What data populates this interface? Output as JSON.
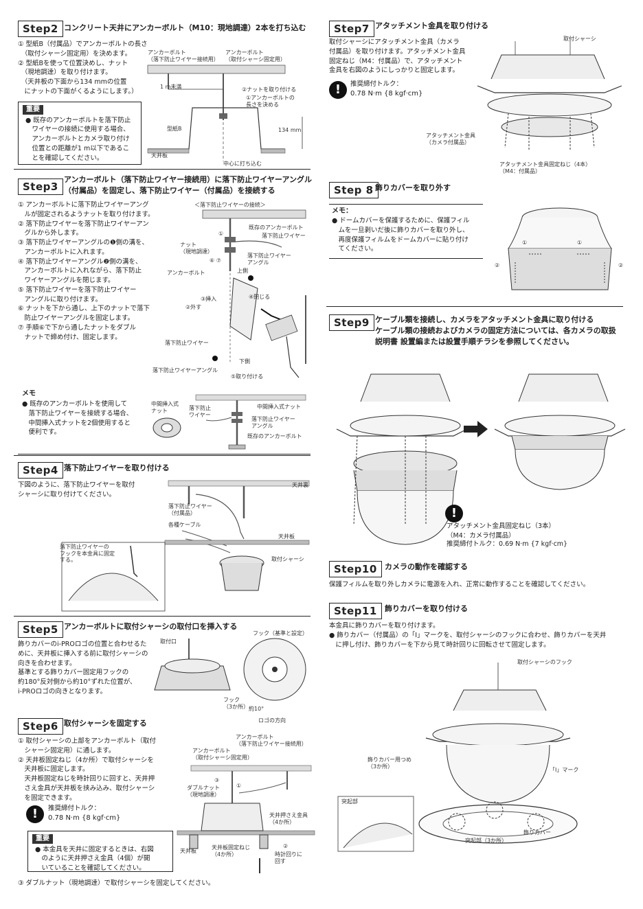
{
  "step2": {
    "label": "Step2",
    "title": "コンクリート天井にアンカーボルト（M10：現地調達）2本を打ち込む",
    "text": "① 型紙B（付属品）でアンカーボルトの長さ\n　（取付シャーシ固定用）を決めます。\n② 型紙Bを使って位置決めし、ナット\n　（現地調達）を取り付けます。\n　（天井板の下面から134 mmの位置\n　にナットの下面がくるようにします。）",
    "important_tag": "重要",
    "important_text": "● 既存のアンカーボルトを落下防止\n　ワイヤーの接続に使用する場合、\n　アンカーボルトとカメラ取り付け\n　位置との距離が1 m以下であるこ\n　とを確認してください。",
    "labels": {
      "anchor_wire": "アンカーボルト\n（落下防止ワイヤー接続用）",
      "anchor_chassis": "アンカーボルト\n（取付シャーシ固定用）",
      "one_m": "1 m未満",
      "nut": "②ナットを取り付ける",
      "length": "①アンカーボルトの\n長さを決める",
      "template": "型紙B",
      "mm134": "134 mm",
      "ceiling": "天井板",
      "center": "中心に打ち込む"
    }
  },
  "step3": {
    "label": "Step3",
    "title": "アンカーボルト（落下防止ワイヤー接続用）に落下防止ワイヤーアングル\n（付属品）を固定し、落下防止ワイヤー（付属品）を接続する",
    "text": "① アンカーボルトに落下防止ワイヤーアング\n　ルが固定されるようナットを取り付けます。\n② 落下防止ワイヤーを落下防止ワイヤーアン\n　グルから外します。\n③ 落下防止ワイヤーアングルの❶側の溝を、\n　アンカーボルトに入れます。\n④ 落下防止ワイヤーアングル❷側の溝を、\n　アンカーボルトに入れながら、落下防止\n　ワイヤーアングルを閉じます。\n⑤ 落下防止ワイヤーを落下防止ワイヤー\n　アングルに取り付けます。\n⑥ ナットを下から通し、上下のナットで落下\n　防止ワイヤーアングルを固定します。\n⑦ 手順⑥で下から通したナットをダブル\n　ナットで締め付け、固定します。",
    "labels": {
      "connect": "＜落下防止ワイヤーの接続＞",
      "existing": "既存のアンカーボルト",
      "wire": "落下防止ワイヤー",
      "nut": "ナット\n（現地調達）",
      "angle": "落下防止ワイヤー\nアングル",
      "anchor": "アンカーボルト",
      "upper": "上側",
      "insert": "③挿入",
      "remove": "②外す",
      "close": "④閉じる",
      "wire2": "落下防止ワイヤー",
      "lower": "下側",
      "angle2": "落下防止ワイヤーアングル",
      "attach": "⑤取り付ける",
      "c1": "①",
      "c67": "⑥ ⑦"
    },
    "memo_tag": "メモ",
    "memo_text": "● 既存のアンカーボルトを使用して\n　落下防止ワイヤーを接続する場合、\n　中間挿入式ナットを2個使用すると\n　便利です。",
    "memo_labels": {
      "mid_nut": "中間挿入式\nナット",
      "wire": "落下防止\nワイヤー",
      "mid_nut2": "中間挿入式ナット",
      "angle": "落下防止ワイヤー\nアングル",
      "existing": "既存のアンカーボルト"
    }
  },
  "step4": {
    "label": "Step4",
    "title": "落下防止ワイヤーを取り付ける",
    "text": "下図のように、落下防止ワイヤーを取付\nシャーシに取り付けてください。",
    "labels": {
      "ceiling_back": "天井裏",
      "wire": "落下防止ワイヤー\n（付属品）",
      "cables": "各種ケーブル",
      "ceiling": "天井板",
      "chassis": "取付シャーシ",
      "hook": "落下防止ワイヤーの\nフックを本金具に固定\nする。"
    }
  },
  "step5": {
    "label": "Step5",
    "title": "アンカーボルトに取付シャーシの取付口を挿入する",
    "text": "飾りカバーのi-PROロゴの位置と合わせるた\nめに、天井板に挿入する前に取付シャーシの\n向きを合わせます。\n基準とする飾りカバー固定用フックの\n約180°反対側から約10°ずれた位置が、\ni-PROロゴの向きとなります。",
    "labels": {
      "port": "取付口",
      "hook_ref": "フック（基準と設定）",
      "hook3": "フック\n（3か所）",
      "deg10": "約10°",
      "logo": "ロゴの方向"
    }
  },
  "step6": {
    "label": "Step6",
    "title": "取付シャーシを固定する",
    "text": "① 取付シャーシの上部をアンカーボルト（取付\n　シャーシ固定用）に通します。\n② 天井板固定ねじ（4か所）で取付シャーシを\n　天井板に固定します。\n　天井板固定ねじを時計回りに回すと、天井押\n　さえ金具が天井板を挟み込み、取付シャーシ\n　を固定できます。",
    "torque_label": "推奨締付トルク：",
    "torque_value": "0.78 N·m {8 kgf·cm}",
    "important_tag": "重要",
    "important_text": "● 本金具を天井に固定するときは、右図\n　のように天井押さえ金具（4個）が開\n　いていることを確認してください。",
    "footer": "③ ダブルナット（現地調達）で取付シャーシを固定してください。",
    "labels": {
      "anchor_wire": "アンカーボルト\n（落下防止ワイヤー接続用）",
      "anchor_chassis": "アンカーボルト\n（取付シャーシ固定用）",
      "double_nut": "ダブルナット\n（現地調達）",
      "clamp": "天井押さえ金具\n（4か所）",
      "ceiling": "天井板",
      "screw": "天井板固定ねじ\n（4か所）",
      "clockwise": "時計回りに\n回す",
      "c1": "①",
      "c2": "②",
      "c3": "③"
    }
  },
  "step7": {
    "label": "Step7",
    "title": "アタッチメント金具を取り付ける",
    "text": "取付シャーシにアタッチメント金具（カメラ\n付属品）を取り付けます。アタッチメント金具\n固定ねじ（M4：付属品）で、アタッチメント\n金具を右図のようにしっかりと固定します。",
    "torque_label": "推奨締付トルク：",
    "torque_value": "0.78 N·m {8 kgf·cm}",
    "labels": {
      "chassis": "取付シャーシ",
      "attach": "アタッチメント金具\n（カメラ付属品）",
      "screws": "アタッチメント金具固定ねじ（4本）\n（M4：付属品）"
    }
  },
  "step8": {
    "label": "Step 8",
    "title": "飾りカバーを取り外す",
    "memo_tag": "メモ：",
    "memo_text": "● ドームカバーを保護するために、保護フィル\n　ムを一旦剥いだ後に飾りカバーを取り外し、\n　再度保護フィルムをドームカバーに貼り付け\n　てください。",
    "labels": {
      "c1a": "①",
      "c1b": "①",
      "c2a": "②",
      "c2b": "②"
    }
  },
  "step9": {
    "label": "Step9",
    "title": "ケーブル類を接続し、カメラをアタッチメント金具に取り付ける\nケーブル類の接続およびカメラの固定方法については、各カメラの取扱\n説明書 設置編または設置手順チラシを参照してください。",
    "screws": "アタッチメント金具固定ねじ（3本）\n（M4：カメラ付属品）",
    "torque": "推奨締付トルク：0.69 N·m {7 kgf·cm}"
  },
  "step10": {
    "label": "Step10",
    "title": "カメラの動作を確認する",
    "text": "保護フィルムを取り外しカメラに電源を入れ、正常に動作することを確認してください。"
  },
  "step11": {
    "label": "Step11",
    "title": "飾りカバーを取り付ける",
    "text": "本金具に飾りカバーを取り付けます。\n● 飾りカバー（付属品）の「I」マークを、取付シャーシのフックに合わせ、飾りカバーを天井\n　に押し付け、飾りカバーを下から見て時計回りに回転させて固定します。",
    "labels": {
      "hook": "取付シャーシのフック",
      "claw": "飾りカバー用つめ\n（3か所）",
      "imark": "「I」マーク",
      "bump": "突起部",
      "bump3": "突起部（3か所）",
      "cover": "飾りカバー"
    }
  }
}
